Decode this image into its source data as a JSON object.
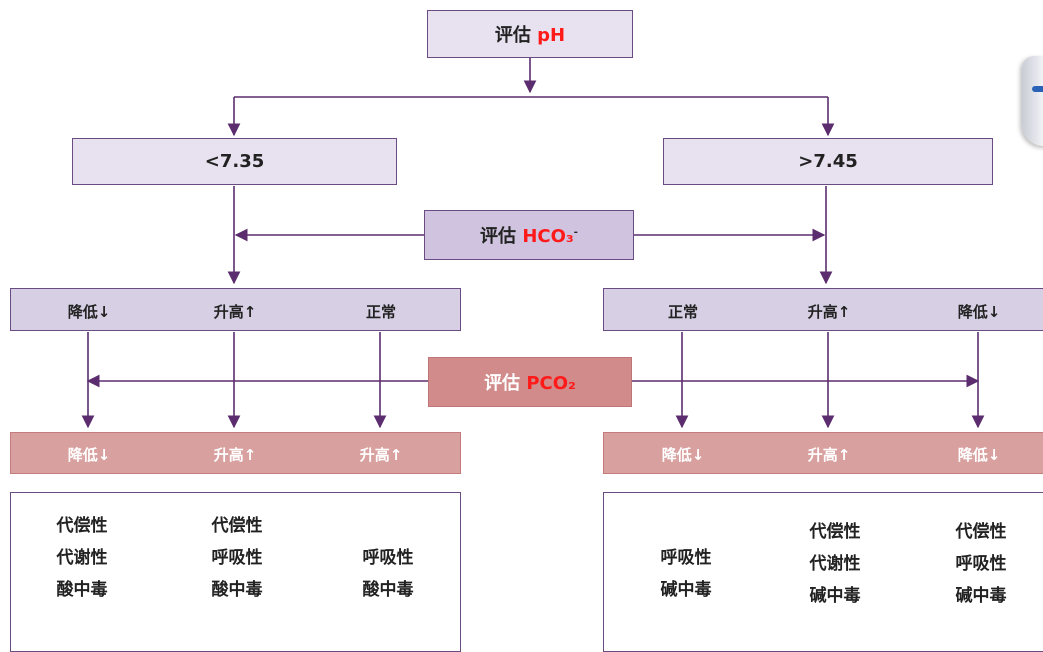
{
  "start": {
    "label": "评估",
    "param": "pH"
  },
  "branches": {
    "low": "<7.35",
    "high": ">7.45"
  },
  "hco3": {
    "label": "评估",
    "param": "HCO₃",
    "sup": "-"
  },
  "pco2": {
    "label": "评估",
    "param": "PCO₂"
  },
  "left": {
    "hco3_results": [
      "降低↓",
      "升高↑",
      "正常"
    ],
    "pco2_results": [
      "降低↓",
      "升高↑",
      "升高↑"
    ],
    "conclusions": [
      [
        "代偿性",
        "代谢性",
        "酸中毒"
      ],
      [
        "代偿性",
        "呼吸性",
        "酸中毒"
      ],
      [
        "呼吸性",
        "酸中毒"
      ]
    ]
  },
  "right": {
    "hco3_results": [
      "正常",
      "升高↑",
      "降低↓"
    ],
    "pco2_results": [
      "降低↓",
      "升高↑",
      "降低↓"
    ],
    "conclusions": [
      [
        "呼吸性",
        "碱中毒"
      ],
      [
        "代偿性",
        "代谢性",
        "碱中毒"
      ],
      [
        "代偿性",
        "呼吸性",
        "碱中毒"
      ]
    ]
  },
  "colors": {
    "line": "#5c2d6e",
    "accent": "#ff1a1a",
    "lavender": "#d7cfe4",
    "rose": "#d18b8b"
  }
}
